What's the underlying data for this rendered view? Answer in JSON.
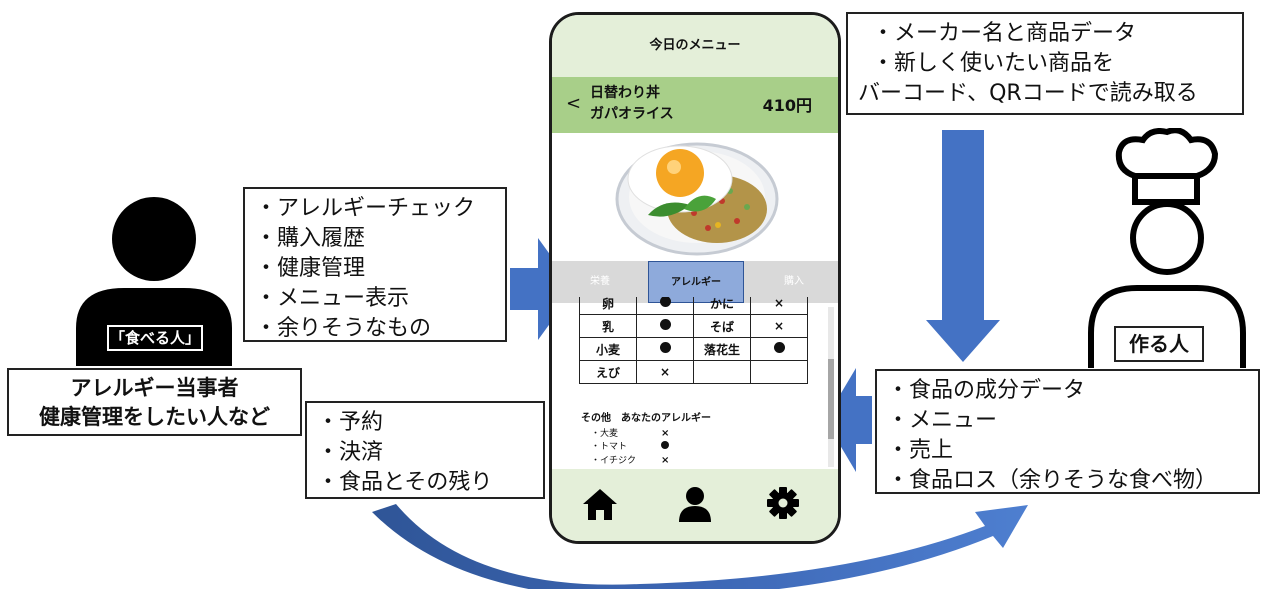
{
  "phone": {
    "header_title": "今日のメニュー",
    "back_symbol": "<",
    "dish_line1": "日替わり丼",
    "dish_line2": "ガパオライス",
    "price": "410円",
    "tabs": [
      "栄養",
      "アレルギー",
      "購入"
    ],
    "allergy_rows": [
      [
        {
          "label": "卵",
          "mark": "dot"
        },
        {
          "label": "かに",
          "mark": "x"
        }
      ],
      [
        {
          "label": "乳",
          "mark": "dot"
        },
        {
          "label": "そば",
          "mark": "x"
        }
      ],
      [
        {
          "label": "小麦",
          "mark": "dot"
        },
        {
          "label": "落花生",
          "mark": "dot"
        }
      ],
      [
        {
          "label": "えび",
          "mark": "x"
        },
        {
          "label": "",
          "mark": ""
        }
      ]
    ],
    "other_title": "その他　あなたのアレルギー",
    "other_items": [
      {
        "label": "・大麦",
        "mark": "x"
      },
      {
        "label": "・トマト",
        "mark": "dot"
      },
      {
        "label": "・イチジク",
        "mark": "x"
      }
    ],
    "mark_x": "×"
  },
  "left_box": {
    "lines": [
      "・アレルギーチェック",
      "・購入履歴",
      "・健康管理",
      "・メニュー表示",
      "・余りそうなもの"
    ]
  },
  "eater": {
    "label": "「食べる人」",
    "desc_line1": "アレルギー当事者",
    "desc_line2": "健康管理をしたい人など"
  },
  "bottom_left_box": {
    "lines": [
      "・予約",
      "・決済",
      "・食品とその残り"
    ]
  },
  "top_right_box": {
    "lines": [
      "・メーカー名と商品データ",
      "・新しく使いたい商品を",
      "バーコード、QRコードで読み取る"
    ]
  },
  "maker": {
    "label": "作る人"
  },
  "right_box": {
    "lines": [
      "・食品の成分データ",
      "・メニュー",
      "・売上",
      "・食品ロス（余りそうな食べ物）"
    ]
  },
  "colors": {
    "arrow_blue": "#4472c4",
    "header_green": "#e4efd9",
    "dish_green": "#a8cf89",
    "tab_active": "#8eaadb",
    "tab_inactive": "#d9d9d9"
  }
}
